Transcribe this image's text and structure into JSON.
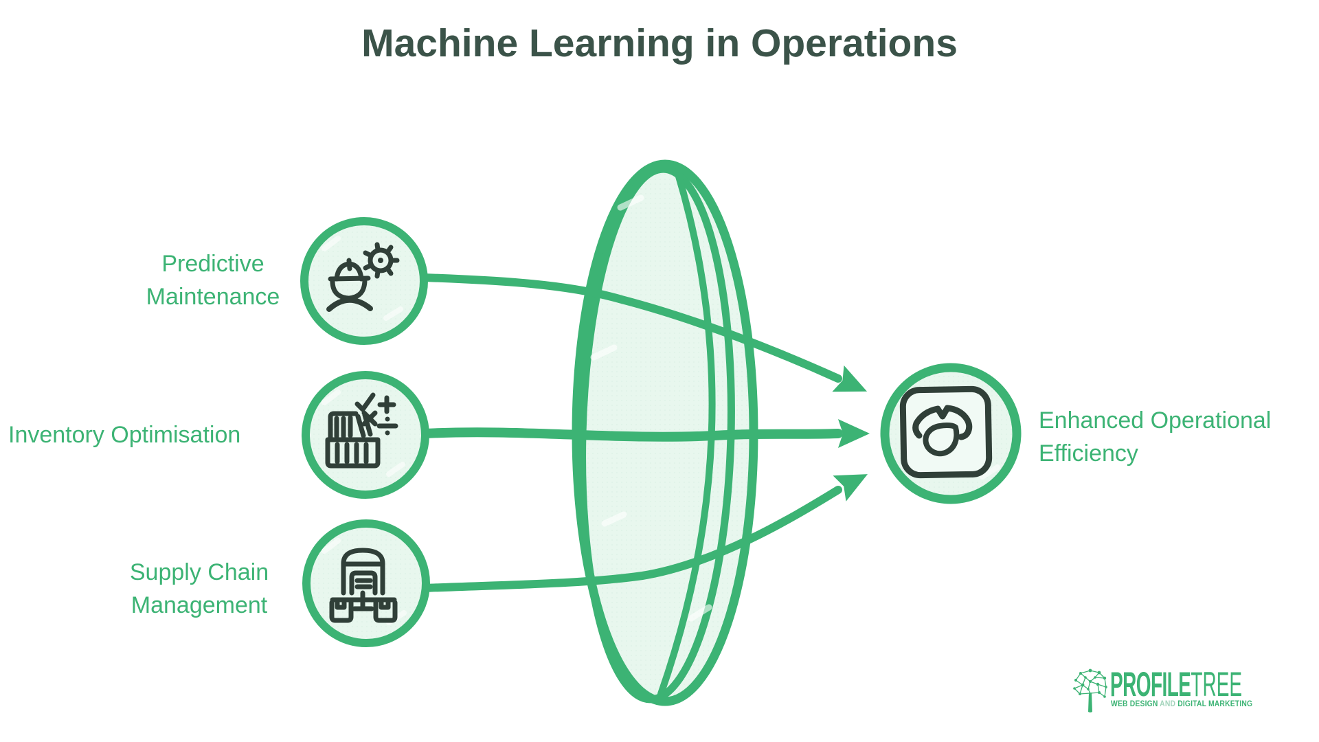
{
  "title": "Machine Learning in Operations",
  "colors": {
    "accent_green": "#3cb374",
    "light_green_fill": "#e8f7ee",
    "dark_icon": "#303f38",
    "title_green": "#3b5349",
    "logo_green": "#3cb374"
  },
  "inputs": [
    {
      "label": "Predictive Maintenance",
      "icon": "engineer-gear-icon"
    },
    {
      "label": "Inventory Optimisation",
      "icon": "inventory-math-icon"
    },
    {
      "label": "Supply Chain Management",
      "icon": "warehouse-network-icon"
    }
  ],
  "funnel": {
    "icon": "lens-funnel-shape"
  },
  "output": {
    "label": "Enhanced Operational Efficiency",
    "icon": "gauge-icon"
  },
  "logo": {
    "brand_bold": "PROFILE",
    "brand_light": "TREE",
    "tagline_part1": "WEB DESIGN",
    "tagline_and": "AND",
    "tagline_part2": "DIGITAL MARKETING"
  }
}
